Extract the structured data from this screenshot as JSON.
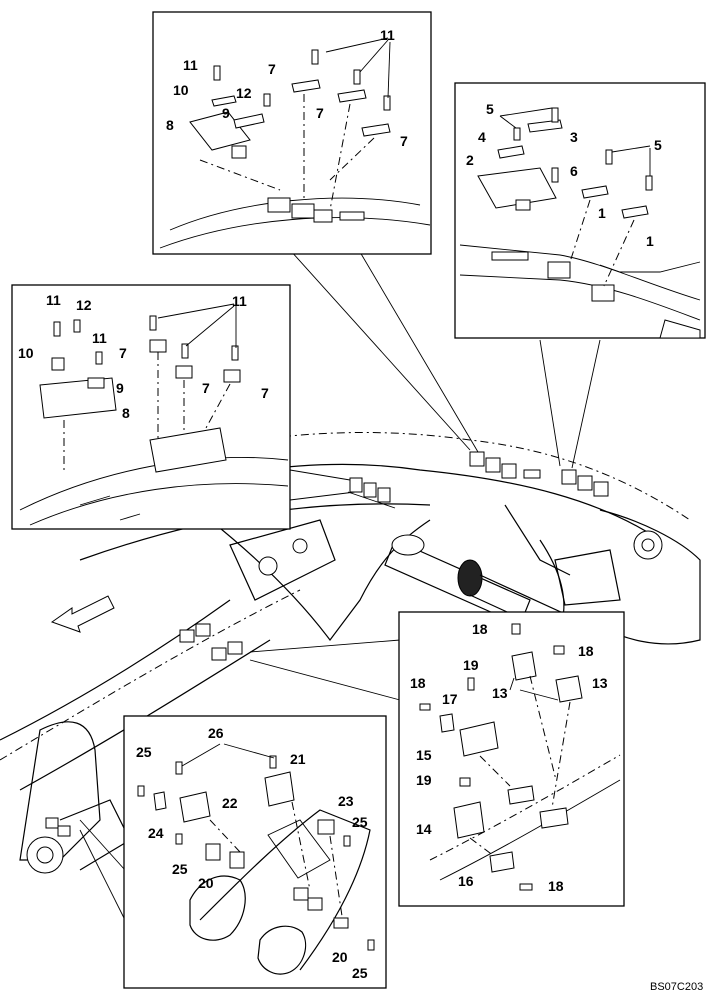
{
  "drawing_code": "BS07C203",
  "panels": {
    "top_center": {
      "labels": [
        "11",
        "11",
        "7",
        "10",
        "12",
        "9",
        "7",
        "8",
        "7"
      ]
    },
    "top_right": {
      "labels": [
        "5",
        "3",
        "4",
        "2",
        "6",
        "5",
        "1",
        "1"
      ]
    },
    "left": {
      "labels": [
        "11",
        "12",
        "11",
        "10",
        "11",
        "9",
        "8",
        "7",
        "7",
        "7"
      ]
    },
    "lower_left": {
      "labels": [
        "26",
        "25",
        "21",
        "22",
        "23",
        "24",
        "25",
        "25",
        "20",
        "20",
        "25"
      ]
    },
    "lower_right": {
      "labels": [
        "18",
        "19",
        "18",
        "13",
        "13",
        "18",
        "17",
        "15",
        "19",
        "14",
        "16",
        "18"
      ]
    }
  }
}
